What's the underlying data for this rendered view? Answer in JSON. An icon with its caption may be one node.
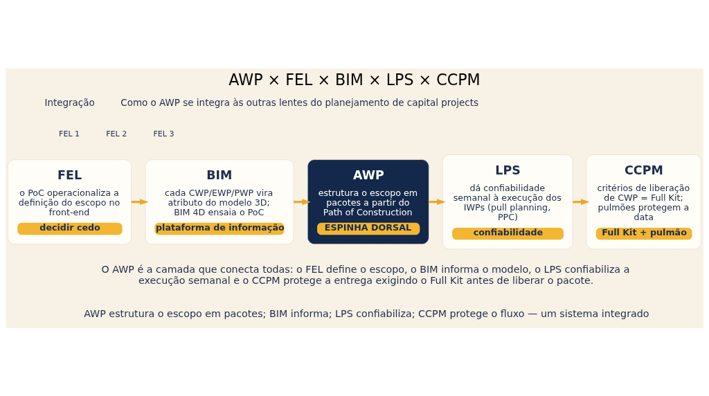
{
  "diagram": {
    "title": "AWP × FEL × BIM × LPS × CCPM",
    "nodes": [
      {
        "text": [
          "FEL",
          "o PoC operacionaliza a definição do escopo no front-end",
          "decidir cedo"
        ]
      },
      {
        "text": [
          "BIM",
          "cada CWP/EWP/PWP vira atributo do modelo 3D; BIM 4D ensaia o PoC",
          "plataforma de informação"
        ]
      },
      {
        "text": [
          "AWP",
          "estrutura o escopo em pacotes a partir do Path of Construction",
          "ESPINHA DORSAL"
        ]
      },
      {
        "text": [
          "LPS",
          "dá confiabilidade semanal à execução dos IWPs (pull planning, PPC)",
          "confiabilidade"
        ]
      },
      {
        "text": [
          "CCPM",
          "critérios de liberação de CWP = Full Kit; pulmões protegem a data",
          "Full Kit + pulmão"
        ]
      }
    ],
    "edges": [
      {
        "from": 0,
        "to": 1,
        "arrow": "to"
      },
      {
        "from": 1,
        "to": 2,
        "arrow": "to"
      },
      {
        "from": 2,
        "to": 3,
        "arrow": "to"
      },
      {
        "from": 3,
        "to": 4,
        "arrow": "to"
      }
    ],
    "labels": [
      "Integração",
      "Como o AWP se integra às outras lentes do planejamento de capital projects",
      "FEL 1",
      "FEL 2",
      "FEL 3",
      "O AWP é a camada que conecta todas: o FEL define o escopo, o BIM informa o modelo, o LPS confiabiliza a execução semanal e o CCPM protege a entrega exigindo o Full Kit antes de liberar o pacote.",
      "AWP estrutura o escopo em pacotes; BIM informa; LPS confiabiliza; CCPM protege o fluxo — um sistema integrado"
    ]
  }
}
